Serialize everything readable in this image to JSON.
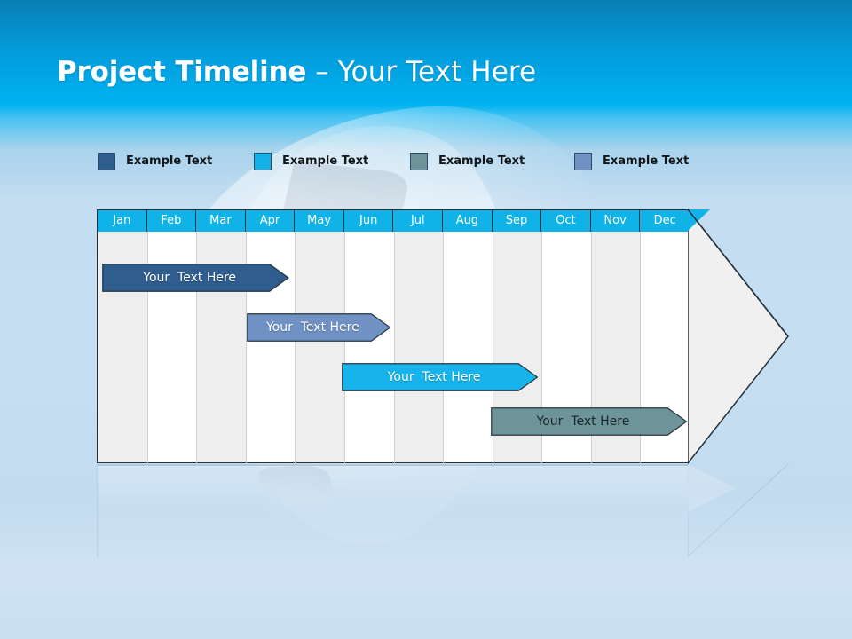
{
  "slide": {
    "title_bold": "Project Timeline",
    "title_light": " – Your Text Here",
    "background_top_color": "#0a7fb4",
    "background_mid_color": "#00b2f0",
    "background_bottom_color": "#c5ddf1"
  },
  "legend": {
    "items": [
      {
        "label": "Example Text",
        "color": "#2e5d8e",
        "x": 0
      },
      {
        "label": "Example Text",
        "color": "#12b2e8",
        "x": 176
      },
      {
        "label": "Example Text",
        "color": "#6d9599",
        "x": 352
      },
      {
        "label": "Example Text",
        "color": "#6f91c4",
        "x": 537
      }
    ]
  },
  "chart_data": {
    "type": "bar",
    "title": "Project Timeline",
    "xlabel": "",
    "ylabel": "",
    "categories": [
      "Jan",
      "Feb",
      "Mar",
      "Apr",
      "May",
      "Jun",
      "Jul",
      "Aug",
      "Sep",
      "Oct",
      "Nov",
      "Dec"
    ],
    "header_color": "#10b3e8",
    "header_text_color": "#ffffff",
    "stripe_color": "#eeeeee",
    "arrow_tip_color": "#f0f0f0",
    "series": [
      {
        "name": "Your  Text Here",
        "label": "Your  Text Here",
        "color": "#2e5d8e",
        "text_color": "light",
        "start_month": "Jan",
        "end_month": "Apr",
        "start": 0.06,
        "end": 3.85,
        "row": 0
      },
      {
        "name": "Your  Text Here",
        "label": "Your  Text Here",
        "color": "#6f91c4",
        "text_color": "light",
        "start_month": "Apr",
        "end_month": "Jul",
        "start": 2.99,
        "end": 5.91,
        "row": 1
      },
      {
        "name": "Your  Text Here",
        "label": "Your  Text Here",
        "color": "#17b4ec",
        "text_color": "light",
        "start_month": "Jun",
        "end_month": "Sep",
        "start": 4.92,
        "end": 8.9,
        "row": 2
      },
      {
        "name": "Your  Text Here",
        "label": "Your  Text Here",
        "color": "#6d9599",
        "text_color": "dark",
        "start_month": "Sep",
        "end_month": "Dec",
        "start": 7.94,
        "end": 11.92,
        "row": 3
      }
    ]
  }
}
